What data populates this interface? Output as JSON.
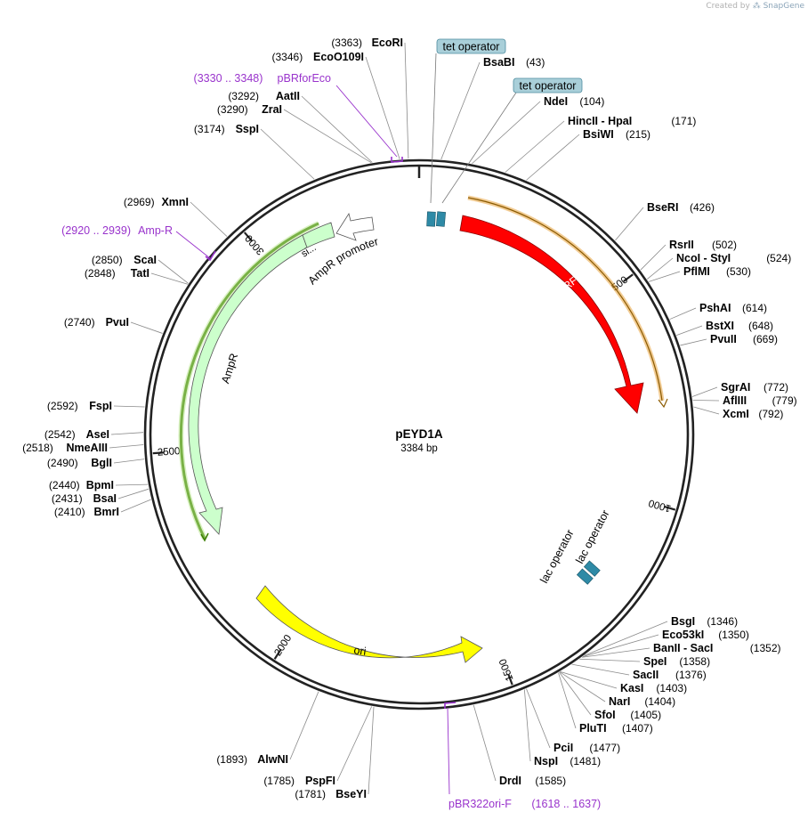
{
  "credit": {
    "prefix": "Created by",
    "brand": "SnapGene"
  },
  "plasmid": {
    "name": "pEYD1A",
    "size_label": "3384 bp",
    "length": 3384
  },
  "colors": {
    "backbone": "#222222",
    "mRFP1": "#ff0000",
    "mRFP1_outline": "#e8a33d",
    "ampr": "#ccffcc",
    "ampr_outline": "#3a7d00",
    "ori": "#ffff00",
    "operator": "#2e8aa6",
    "primer": "#9933cc",
    "promoter": "#ffffff"
  },
  "ticks": [
    {
      "pos": 500,
      "label": "500"
    },
    {
      "pos": 1000,
      "label": "1000"
    },
    {
      "pos": 1500,
      "label": "1500"
    },
    {
      "pos": 2000,
      "label": "2000"
    },
    {
      "pos": 2500,
      "label": "2500"
    },
    {
      "pos": 3000,
      "label": "3000"
    }
  ],
  "features": [
    {
      "name": "mRFP1",
      "start": 230,
      "end": 880,
      "ring": 1,
      "kind": "mRFP1",
      "label_inside": true
    },
    {
      "name": "AmpR",
      "start": 2220,
      "end": 3010,
      "ring": 2,
      "kind": "ampr",
      "reverse": true
    },
    {
      "name": "AmpR promoter",
      "start": 3010,
      "end": 3180,
      "ring": 2,
      "kind": "promoter",
      "reverse": true
    },
    {
      "name": "ori",
      "start": 1520,
      "end": 2110,
      "ring": 3,
      "kind": "ori",
      "reverse": true
    }
  ],
  "text_labels": {
    "si": "si...",
    "ampr_promoter": "AmpR promoter",
    "ampr": "AmpR",
    "ori": "ori",
    "mrfp1": "mRFP1",
    "lac_operator_1": "lac operator",
    "lac_operator_2": "lac operator",
    "tet_operator_1": "tet operator",
    "tet_operator_2": "tet operator"
  },
  "sites": [
    {
      "name": "EcoRI",
      "pos": "(3363)",
      "side": "left"
    },
    {
      "name": "EcoO109I",
      "pos": "(3346)",
      "side": "left"
    },
    {
      "name": "AatII",
      "pos": "(3292)",
      "side": "left"
    },
    {
      "name": "ZraI",
      "pos": "(3290)",
      "side": "left"
    },
    {
      "name": "SspI",
      "pos": "(3174)",
      "side": "left"
    },
    {
      "name": "XmnI",
      "pos": "(2969)",
      "side": "left"
    },
    {
      "name": "ScaI",
      "pos": "(2850)",
      "side": "left"
    },
    {
      "name": "TatI",
      "pos": "(2848)",
      "side": "left"
    },
    {
      "name": "PvuI",
      "pos": "(2740)",
      "side": "left"
    },
    {
      "name": "FspI",
      "pos": "(2592)",
      "side": "left"
    },
    {
      "name": "AseI",
      "pos": "(2542)",
      "side": "left"
    },
    {
      "name": "NmeAIII",
      "pos": "(2518)",
      "side": "left"
    },
    {
      "name": "BglI",
      "pos": "(2490)",
      "side": "left"
    },
    {
      "name": "BpmI",
      "pos": "(2440)",
      "side": "left"
    },
    {
      "name": "BsaI",
      "pos": "(2431)",
      "side": "left"
    },
    {
      "name": "BmrI",
      "pos": "(2410)",
      "side": "left"
    },
    {
      "name": "AlwNI",
      "pos": "(1893)",
      "side": "left"
    },
    {
      "name": "PspFI",
      "pos": "(1785)",
      "side": "left"
    },
    {
      "name": "BseYI",
      "pos": "(1781)",
      "side": "left"
    },
    {
      "name": "BsaBI",
      "pos": "(43)",
      "side": "right"
    },
    {
      "name": "NdeI",
      "pos": "(104)",
      "side": "right"
    },
    {
      "name": "HincII  - HpaI",
      "pos": "(171)",
      "side": "right"
    },
    {
      "name": "BsiWI",
      "pos": "(215)",
      "side": "right"
    },
    {
      "name": "BseRI",
      "pos": "(426)",
      "side": "right"
    },
    {
      "name": "RsrII",
      "pos": "(502)",
      "side": "right"
    },
    {
      "name": "NcoI  - StyI",
      "pos": "(524)",
      "side": "right"
    },
    {
      "name": "PflMI",
      "pos": "(530)",
      "side": "right"
    },
    {
      "name": "PshAI",
      "pos": "(614)",
      "side": "right"
    },
    {
      "name": "BstXI",
      "pos": "(648)",
      "side": "right"
    },
    {
      "name": "PvuII",
      "pos": "(669)",
      "side": "right"
    },
    {
      "name": "SgrAI",
      "pos": "(772)",
      "side": "right"
    },
    {
      "name": "AflIII",
      "pos": "(779)",
      "side": "right"
    },
    {
      "name": "XcmI",
      "pos": "(792)",
      "side": "right"
    },
    {
      "name": "BsgI",
      "pos": "(1346)",
      "side": "right"
    },
    {
      "name": "Eco53kI",
      "pos": "(1350)",
      "side": "right"
    },
    {
      "name": "BanII  - SacI",
      "pos": "(1352)",
      "side": "right"
    },
    {
      "name": "SpeI",
      "pos": "(1358)",
      "side": "right"
    },
    {
      "name": "SacII",
      "pos": "(1376)",
      "side": "right"
    },
    {
      "name": "KasI",
      "pos": "(1403)",
      "side": "right"
    },
    {
      "name": "NarI",
      "pos": "(1404)",
      "side": "right"
    },
    {
      "name": "SfoI",
      "pos": "(1405)",
      "side": "right"
    },
    {
      "name": "PluTI",
      "pos": "(1407)",
      "side": "right"
    },
    {
      "name": "PciI",
      "pos": "(1477)",
      "side": "right"
    },
    {
      "name": "NspI",
      "pos": "(1481)",
      "side": "right"
    },
    {
      "name": "DrdI",
      "pos": "(1585)",
      "side": "right"
    }
  ],
  "primers": [
    {
      "name": "pBRforEco",
      "range": "(3330 .. 3348)"
    },
    {
      "name": "Amp-R",
      "range": "(2920 .. 2939)"
    },
    {
      "name": "pBR322ori-F",
      "range": "(1618 .. 1637)"
    }
  ]
}
